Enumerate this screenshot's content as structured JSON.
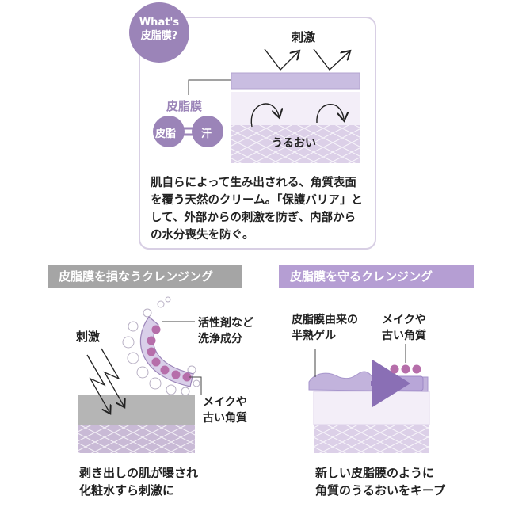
{
  "top": {
    "badge": "What's\n皮脂膜?",
    "stimulus": "刺激",
    "sebum_label": "皮脂膜",
    "sebum_left": "皮脂",
    "sebum_right": "汗",
    "moisture": "うるおい",
    "description": "肌自らによって生み出される、角質表面\nを覆う天然のクリーム。「保護バリア」と\nして、外部からの刺激を防ぎ、内部から\nの水分喪失を防ぐ。"
  },
  "left": {
    "banner": "皮脂膜を損なうクレンジング",
    "stimulus": "刺激",
    "surfactant": "活性剤など\n洗浄成分",
    "makeup": "メイクや\n古い角質",
    "caption": "剥き出しの肌が曝され\n化粧水すら刺激に"
  },
  "right": {
    "banner": "皮脂膜を守るクレンジング",
    "gel": "皮脂膜由来の\n半熟ゲル",
    "makeup": "メイクや\n古い角質",
    "caption": "新しい皮脂膜のように\n角質のうるおいをキープ"
  },
  "colors": {
    "purple": "#9b84b8",
    "light_purple": "#e8dff0",
    "gray_banner": "#a5a5a5",
    "magenta": "#b66eaa"
  }
}
